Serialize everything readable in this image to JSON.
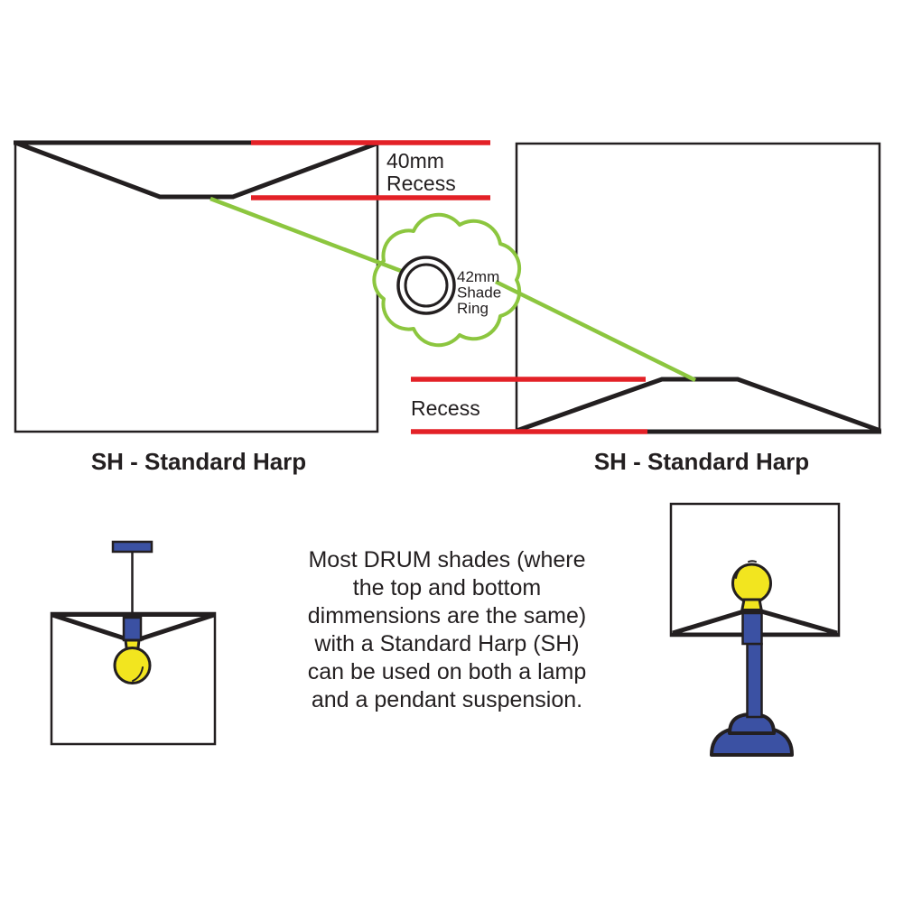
{
  "colors": {
    "red": "#E32127",
    "green": "#8CC63F",
    "blue": "#3B51A3",
    "yellow": "#F2E51F",
    "ink": "#231F20"
  },
  "left_diagram": {
    "caption": "SH - Standard Harp",
    "measurement": {
      "line1": "40mm",
      "line2": "Recess"
    }
  },
  "right_diagram": {
    "caption": "SH - Standard Harp",
    "measurement": "Recess"
  },
  "callout": {
    "line1": "42mm",
    "line2": "Shade",
    "line3": "Ring"
  },
  "description": {
    "line1": "Most DRUM shades (where",
    "line2": "the top and bottom",
    "line3": "dimmensions are the same)",
    "line4": "with a Standard Harp (SH)",
    "line5": "can be used on both a lamp",
    "line6": "and a pendant suspension."
  }
}
